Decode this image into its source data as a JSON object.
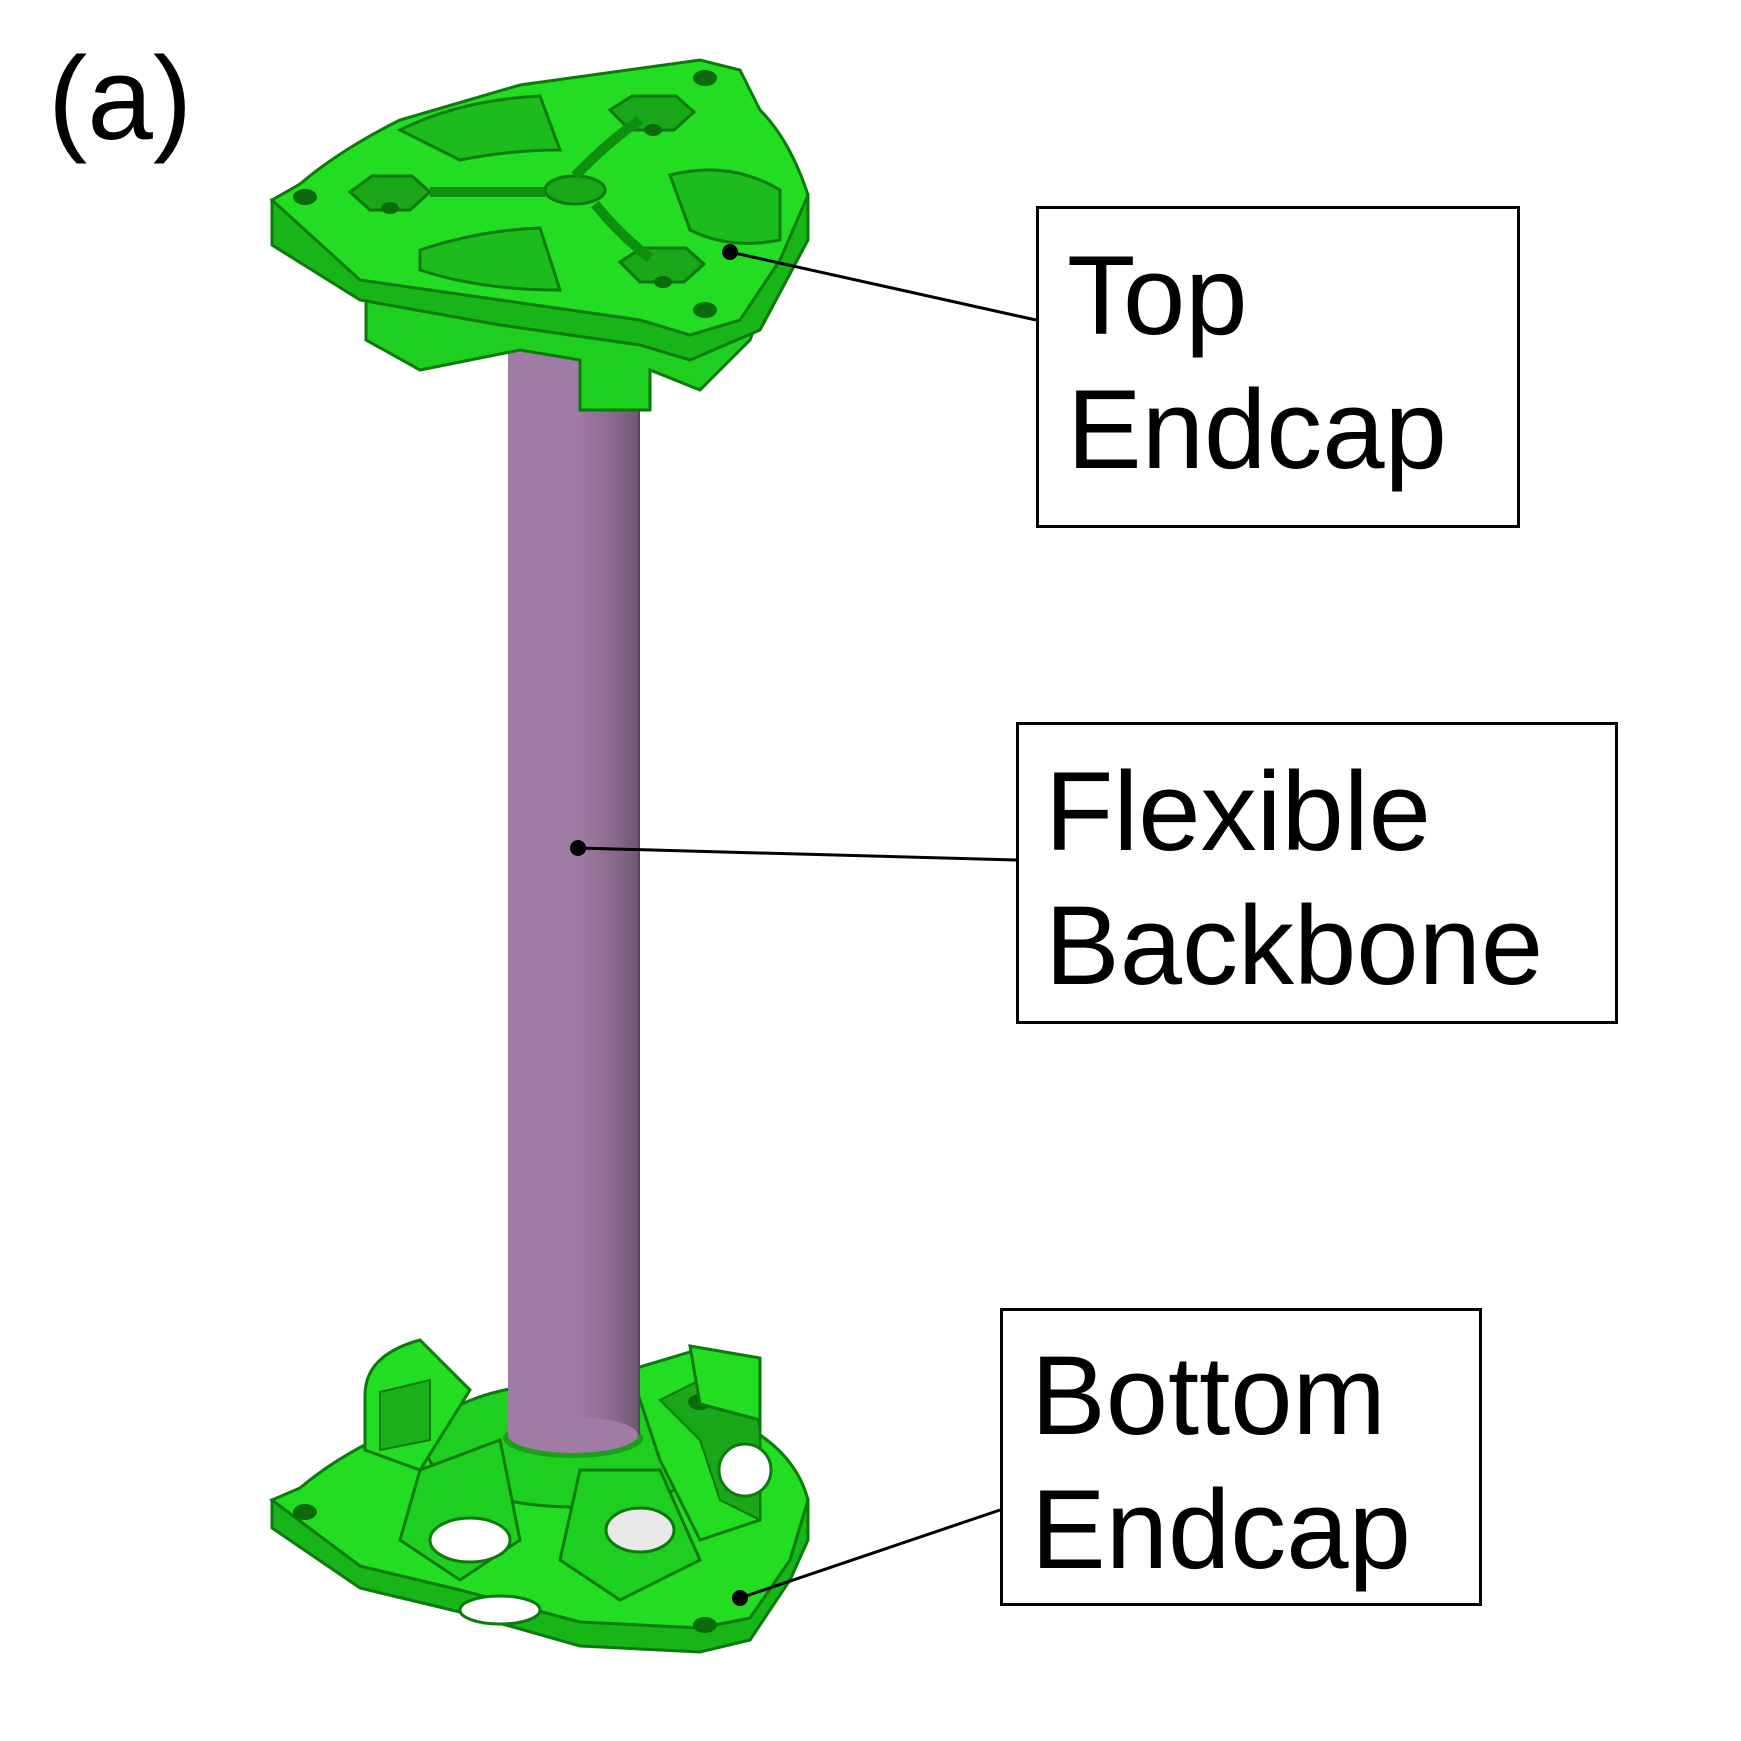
{
  "panel_label": "(a)",
  "callouts": {
    "top_endcap": {
      "line1": "Top",
      "line2": "Endcap"
    },
    "flexible_backbone": {
      "line1": "Flexible",
      "line2": "Backbone"
    },
    "bottom_endcap": {
      "line1": "Bottom",
      "line2": "Endcap"
    }
  },
  "colors": {
    "endcap_green": "#22dd22",
    "endcap_green_dark": "#129912",
    "backbone_purple": "#9f7aa0",
    "backbone_purple_dark": "#7b5a80",
    "leader_line": "#000000"
  }
}
